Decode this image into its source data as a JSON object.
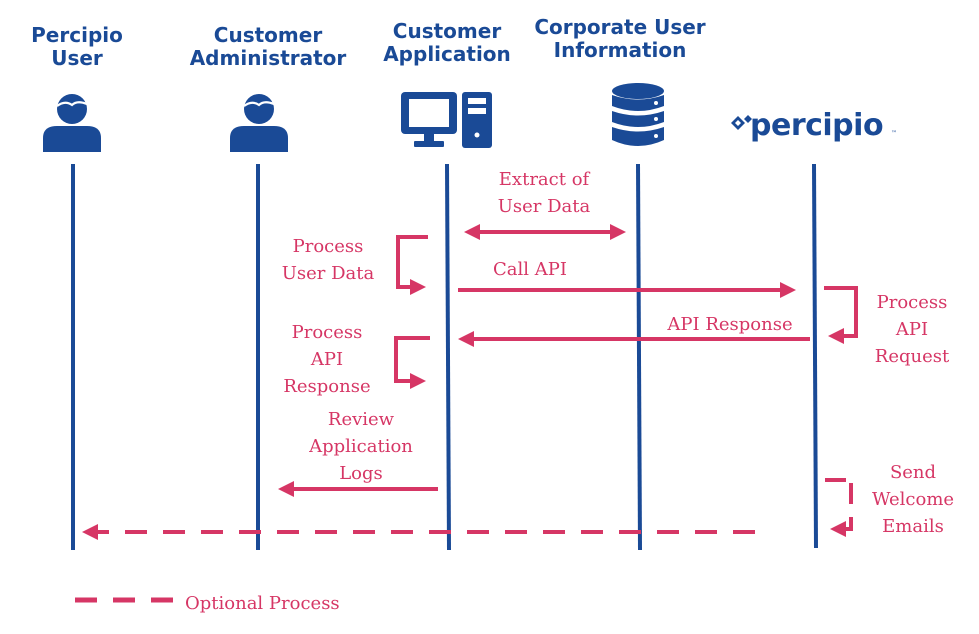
{
  "diagram": {
    "type": "sequence-diagram",
    "colors": {
      "actor": "#1a4a96",
      "lifeline": "#1a4a96",
      "message": "#d63665"
    },
    "actors": [
      {
        "id": "percipio-user",
        "line1": "Percipio",
        "line2": "User",
        "icon": "person-icon"
      },
      {
        "id": "customer-admin",
        "line1": "Customer",
        "line2": "Administrator",
        "icon": "person-icon"
      },
      {
        "id": "customer-app",
        "line1": "Customer",
        "line2": "Application",
        "icon": "computer-icon"
      },
      {
        "id": "corporate-info",
        "line1": "Corporate User",
        "line2": "Information",
        "icon": "database-icon"
      },
      {
        "id": "percipio",
        "logo_text": "percipio",
        "trademark": "™",
        "icon": "percipio-logo-icon"
      }
    ],
    "messages": [
      {
        "id": "extract",
        "from": "customer-app",
        "to": "corporate-info",
        "style": "solid",
        "bidirectional": true,
        "lines": [
          "Extract of",
          "User Data"
        ]
      },
      {
        "id": "process-user-data",
        "from": "customer-app",
        "to": "customer-app",
        "style": "solid",
        "self": true,
        "lines": [
          "Process",
          "User Data"
        ]
      },
      {
        "id": "call-api",
        "from": "customer-app",
        "to": "percipio",
        "style": "solid",
        "lines": [
          "Call API"
        ]
      },
      {
        "id": "process-api-request",
        "from": "percipio",
        "to": "percipio",
        "style": "solid",
        "self": true,
        "lines": [
          "Process",
          "API",
          "Request"
        ]
      },
      {
        "id": "api-response",
        "from": "percipio",
        "to": "customer-app",
        "style": "solid",
        "lines": [
          "API Response"
        ]
      },
      {
        "id": "process-api-response",
        "from": "customer-app",
        "to": "customer-app",
        "style": "solid",
        "self": true,
        "lines": [
          "Process",
          "API",
          "Response"
        ]
      },
      {
        "id": "review-logs",
        "from": "customer-app",
        "to": "customer-admin",
        "style": "solid",
        "lines": [
          "Review",
          "Application",
          "Logs"
        ]
      },
      {
        "id": "send-welcome",
        "from": "percipio",
        "to": "percipio",
        "style": "dashed",
        "self": true,
        "lines": [
          "Send",
          "Welcome",
          "Emails"
        ]
      },
      {
        "id": "welcome-to-user",
        "from": "percipio",
        "to": "percipio-user",
        "style": "dashed",
        "lines": []
      }
    ],
    "legend": {
      "label": "Optional Process",
      "style": "dashed"
    }
  }
}
